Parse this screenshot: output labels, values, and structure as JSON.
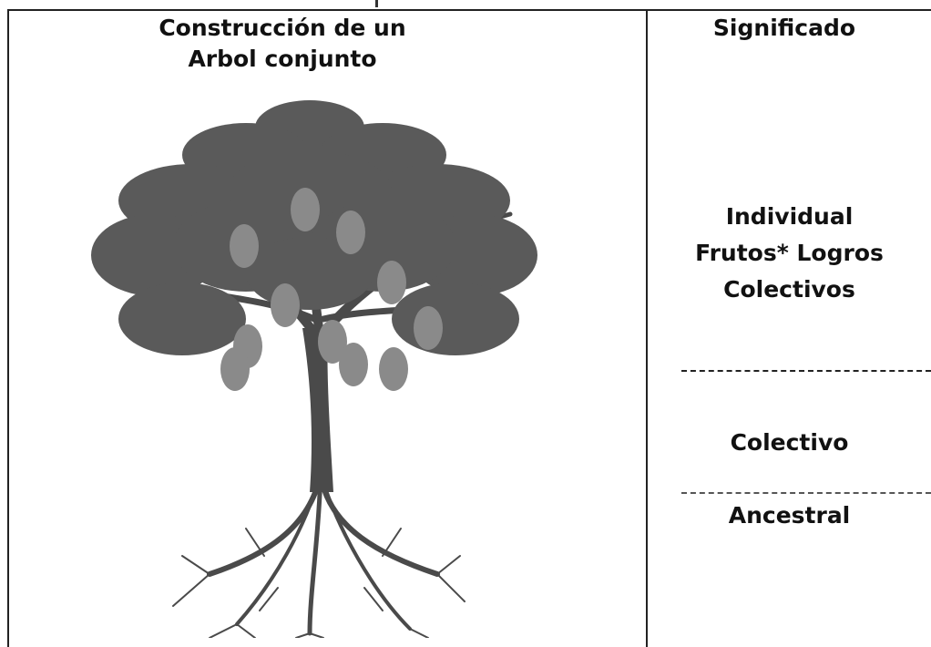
{
  "table": {
    "column1": {
      "title_line1": "Construcción de un",
      "title_line2": "Arbol conjunto",
      "illustration": "tree-with-fruits-and-roots"
    },
    "column2": {
      "title": "Significado",
      "labels": {
        "individual": "Individual",
        "frutos_logros": "Frutos* Logros",
        "colectivos": "Colectivos",
        "colectivo": "Colectivo",
        "ancestral": "Ancestral"
      }
    }
  },
  "colors": {
    "text": "#111111",
    "foliage": "#5a5a5a",
    "fruit": "#8a8a8a",
    "trunk": "#4a4a4a"
  }
}
